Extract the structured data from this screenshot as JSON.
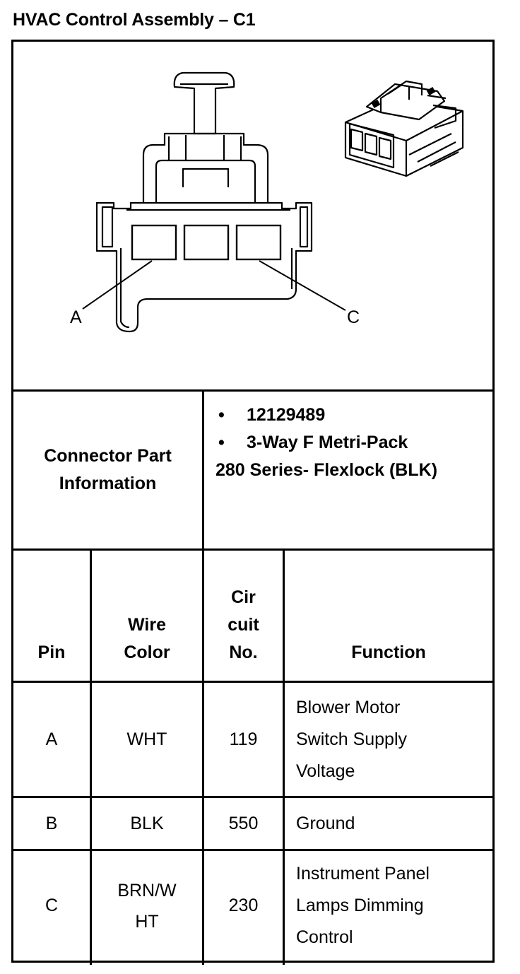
{
  "title": "HVAC Control Assembly – C1",
  "diagram": {
    "label_a": "A",
    "label_c": "C"
  },
  "connector_info": {
    "label_line1": "Connector Part",
    "label_line2": "Information",
    "bullet": "•",
    "part_number": "12129489",
    "description_line1": "3-Way F Metri-Pack",
    "description_line2": "280 Series- Flexlock (BLK)"
  },
  "table": {
    "headers": {
      "pin": "Pin",
      "wire_color_line1": "Wire",
      "wire_color_line2": "Color",
      "circuit_line1": "Cir",
      "circuit_line2": "cuit",
      "circuit_line3": "No.",
      "function": "Function"
    },
    "rows": [
      {
        "pin": "A",
        "wire_color": [
          "WHT"
        ],
        "circuit": "119",
        "function": [
          "Blower Motor",
          "Switch Supply",
          "Voltage"
        ]
      },
      {
        "pin": "B",
        "wire_color": [
          "BLK"
        ],
        "circuit": "550",
        "function": [
          "Ground"
        ]
      },
      {
        "pin": "C",
        "wire_color": [
          "BRN/W",
          "HT"
        ],
        "circuit": "230",
        "function": [
          "Instrument Panel",
          "Lamps Dimming",
          "Control"
        ]
      }
    ]
  }
}
